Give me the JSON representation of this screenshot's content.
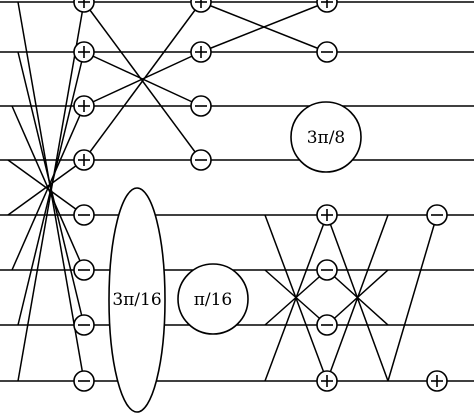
{
  "labels": {
    "ellipse_tall": "3π/16",
    "circle_mid": "π/16",
    "circle_top": "3π/8"
  },
  "nodes": [
    {
      "sign": "+"
    },
    {
      "sign": "+"
    },
    {
      "sign": "+"
    },
    {
      "sign": "+"
    },
    {
      "sign": "−"
    },
    {
      "sign": "−"
    },
    {
      "sign": "−"
    },
    {
      "sign": "−"
    },
    {
      "sign": "+"
    },
    {
      "sign": "+"
    },
    {
      "sign": "−"
    },
    {
      "sign": "−"
    },
    {
      "sign": "+"
    },
    {
      "sign": "−"
    },
    {
      "sign": "+"
    },
    {
      "sign": "−"
    },
    {
      "sign": "−"
    },
    {
      "sign": "+"
    },
    {
      "sign": "−"
    },
    {
      "sign": "+"
    }
  ]
}
